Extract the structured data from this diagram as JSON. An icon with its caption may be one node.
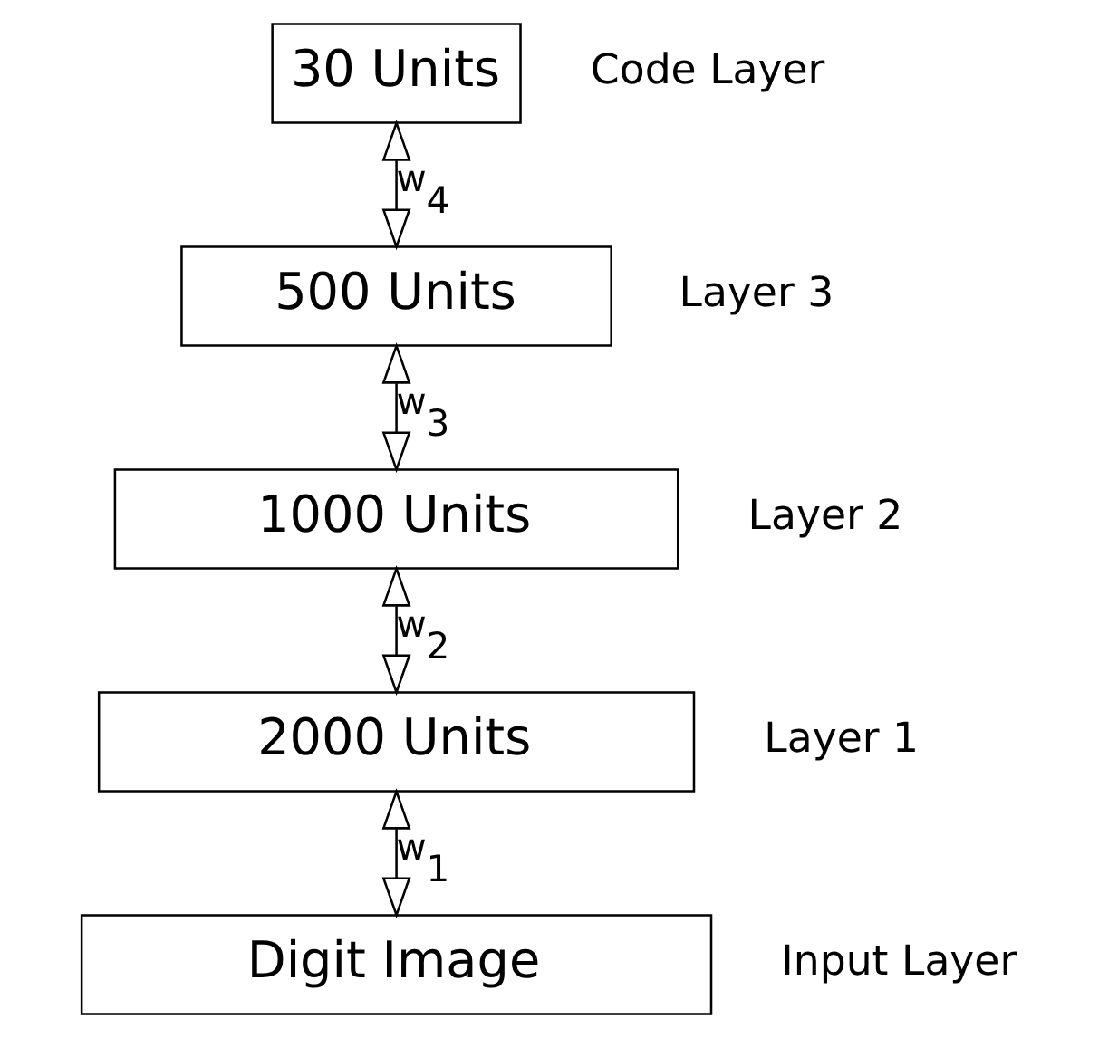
{
  "diagram": {
    "nodes": [
      {
        "text": [
          "30 Units"
        ],
        "beside": [
          "Code Layer"
        ]
      },
      {
        "text": [
          "500 Units"
        ],
        "beside": [
          "Layer 3"
        ]
      },
      {
        "text": [
          "1000 Units"
        ],
        "beside": [
          "Layer 2"
        ]
      },
      {
        "text": [
          "2000 Units"
        ],
        "beside": [
          "Layer 1"
        ]
      },
      {
        "text": [
          "Digit Image"
        ],
        "beside": [
          "Input Layer"
        ]
      }
    ],
    "edges": [
      {
        "from": 0,
        "to": 1,
        "arrow": "both",
        "label": "w$_{4}$"
      },
      {
        "from": 1,
        "to": 2,
        "arrow": "both",
        "label": "w$_{3}$"
      },
      {
        "from": 2,
        "to": 3,
        "arrow": "both",
        "label": "w$_{2}$"
      },
      {
        "from": 3,
        "to": 4,
        "arrow": "both",
        "label": "w$_{1}$"
      }
    ]
  }
}
